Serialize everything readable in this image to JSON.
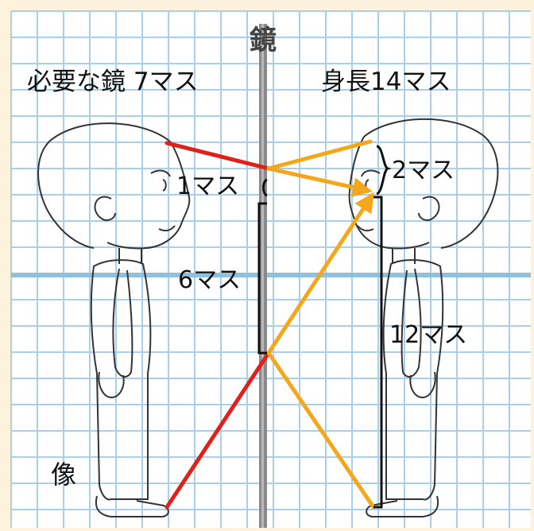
{
  "labels": {
    "mirror": "鏡",
    "required_mirror": "必要な鏡 7マス",
    "height": "身長14マス",
    "one_square": "1マス",
    "six_squares": "6マス",
    "two_squares": "2マス",
    "twelve_squares": "12マス",
    "image": "像"
  },
  "colors": {
    "background": "#fdf3dc",
    "grid_fill": "#ffffff",
    "grid_line": "#a9d0e8",
    "grid_major": "#8fc0de",
    "mirror": "#7f7f7f",
    "red_ray": "#e0201b",
    "orange_ray": "#f5a71c",
    "outline": "#333333"
  },
  "icons": {
    "mirror_figure": "boy-side-view-mirror-image",
    "real_figure": "boy-side-view-facing-mirror"
  }
}
